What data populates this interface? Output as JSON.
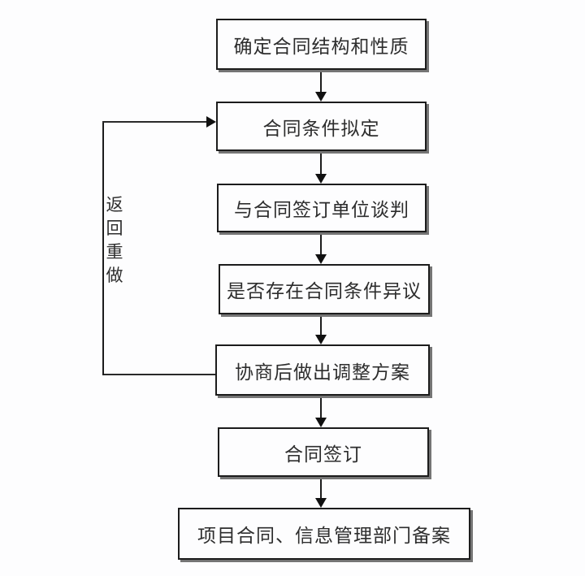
{
  "diagram": {
    "type": "flowchart",
    "nodes": [
      {
        "id": 1,
        "label": "确定合同结构和性质"
      },
      {
        "id": 2,
        "label": "合同条件拟定"
      },
      {
        "id": 3,
        "label": "与合同签订单位谈判"
      },
      {
        "id": 4,
        "label": "是否存在合同条件异议"
      },
      {
        "id": 5,
        "label": "协商后做出调整方案"
      },
      {
        "id": 6,
        "label": "合同签订"
      },
      {
        "id": 7,
        "label": "项目合同、信息管理部门备案"
      }
    ],
    "edges": [
      {
        "from": 1,
        "to": 2
      },
      {
        "from": 2,
        "to": 3
      },
      {
        "from": 3,
        "to": 4
      },
      {
        "from": 4,
        "to": 5
      },
      {
        "from": 5,
        "to": 6
      },
      {
        "from": 6,
        "to": 7
      },
      {
        "from": 5,
        "to": 2,
        "label": "返回重做",
        "style": "feedback-loop-left"
      }
    ],
    "loop_label": "返回重做",
    "loop_label_chars": [
      "返",
      "回",
      "重",
      "做"
    ],
    "colors": {
      "background": "#fdfdfe",
      "box_fill": "#fdfdfe",
      "box_border": "#1c1c1c",
      "box_shadow": "#757575",
      "arrow": "#111111",
      "text": "#2d2d2d"
    }
  }
}
